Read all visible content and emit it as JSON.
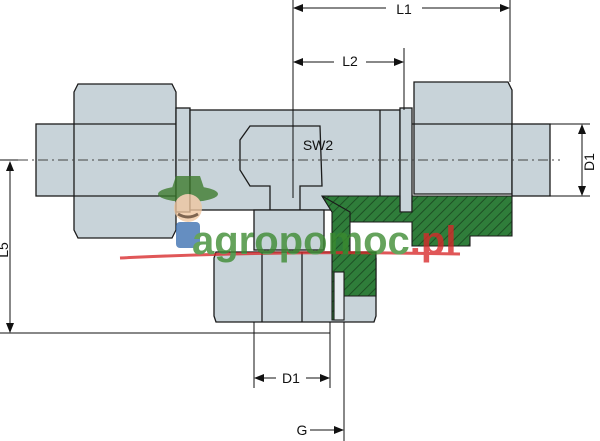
{
  "dimensions": {
    "l1": "L1",
    "l2": "L2",
    "sw2": "SW2",
    "d1_right": "D1",
    "l5": "L5",
    "d1_bottom": "D1",
    "g": "G"
  },
  "watermark": {
    "brand_main": "agropomoc",
    "brand_tld": ".pl"
  },
  "colors": {
    "body_fill": "#c8d3d9",
    "section_fill": "#2f7d3a",
    "outline": "#1b1b1b",
    "watermark_green": "#3a8a2f",
    "watermark_red": "#d8282a"
  }
}
